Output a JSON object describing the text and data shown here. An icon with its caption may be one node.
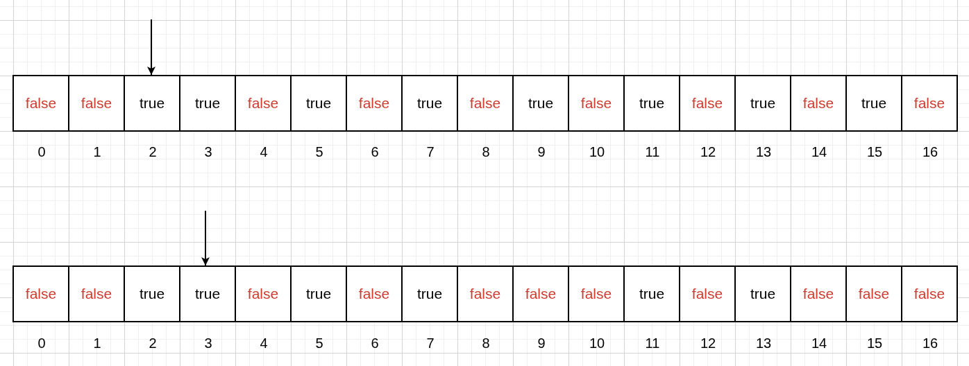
{
  "diagram": {
    "nodes": [
      {
        "text": [
          "false"
        ]
      },
      {
        "text": [
          "false"
        ]
      },
      {
        "text": [
          "true"
        ]
      },
      {
        "text": [
          "true"
        ]
      },
      {
        "text": [
          "false"
        ]
      },
      {
        "text": [
          "true"
        ]
      },
      {
        "text": [
          "false"
        ]
      },
      {
        "text": [
          "true"
        ]
      },
      {
        "text": [
          "false"
        ]
      },
      {
        "text": [
          "true"
        ]
      },
      {
        "text": [
          "false"
        ]
      },
      {
        "text": [
          "true"
        ]
      },
      {
        "text": [
          "false"
        ]
      },
      {
        "text": [
          "true"
        ]
      },
      {
        "text": [
          "false"
        ]
      },
      {
        "text": [
          "true"
        ]
      },
      {
        "text": [
          "false"
        ]
      },
      {
        "text": [
          "false"
        ]
      },
      {
        "text": [
          "false"
        ]
      },
      {
        "text": [
          "true"
        ]
      },
      {
        "text": [
          "true"
        ]
      },
      {
        "text": [
          "false"
        ]
      },
      {
        "text": [
          "true"
        ]
      },
      {
        "text": [
          "false"
        ]
      },
      {
        "text": [
          "true"
        ]
      },
      {
        "text": [
          "false"
        ]
      },
      {
        "text": [
          "false"
        ]
      },
      {
        "text": [
          "false"
        ]
      },
      {
        "text": [
          "true"
        ]
      },
      {
        "text": [
          "false"
        ]
      },
      {
        "text": [
          "true"
        ]
      },
      {
        "text": [
          "false"
        ]
      },
      {
        "text": [
          "false"
        ]
      },
      {
        "text": [
          "false"
        ]
      }
    ],
    "edges": [
      {
        "from": null,
        "to": 2,
        "arrow": "to"
      },
      {
        "from": null,
        "to": 20,
        "arrow": "to"
      }
    ],
    "labels": [
      "0",
      "1",
      "2",
      "3",
      "4",
      "5",
      "6",
      "7",
      "8",
      "9",
      "10",
      "11",
      "12",
      "13",
      "14",
      "15",
      "16",
      "0",
      "1",
      "2",
      "3",
      "4",
      "5",
      "6",
      "7",
      "8",
      "9",
      "10",
      "11",
      "12",
      "13",
      "14",
      "15",
      "16"
    ]
  }
}
